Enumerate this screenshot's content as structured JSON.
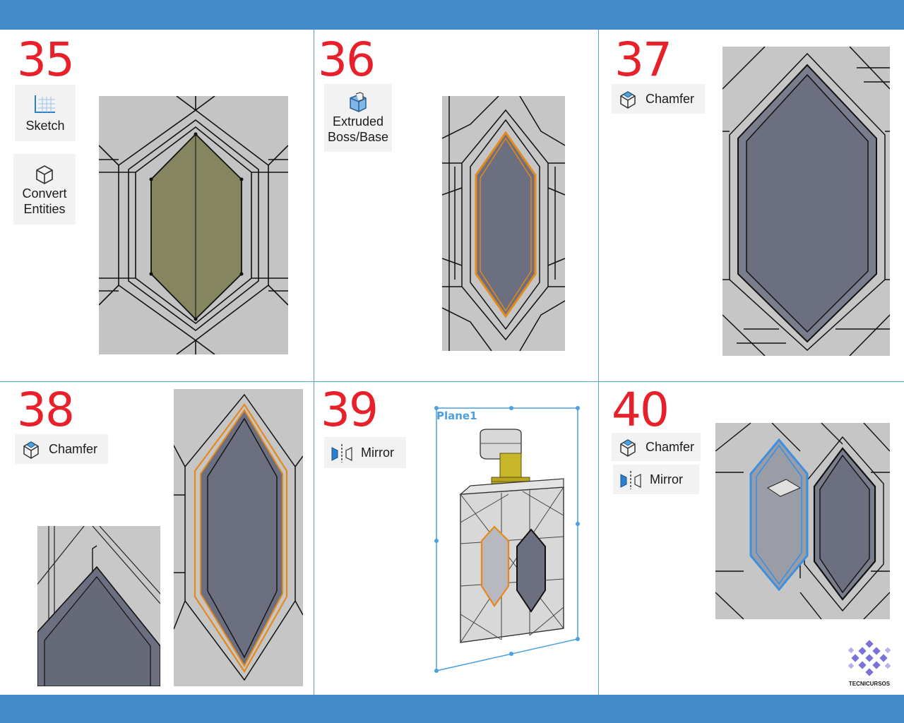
{
  "steps": {
    "s35": {
      "number": "35",
      "tools": {
        "sketch": "Sketch",
        "convert": "Convert\nEntities"
      }
    },
    "s36": {
      "number": "36",
      "tools": {
        "extrude": "Extruded\nBoss/Base"
      }
    },
    "s37": {
      "number": "37",
      "tools": {
        "chamfer": "Chamfer"
      }
    },
    "s38": {
      "number": "38",
      "tools": {
        "chamfer": "Chamfer"
      }
    },
    "s39": {
      "number": "39",
      "tools": {
        "mirror": "Mirror"
      },
      "plane_label": "Plane1"
    },
    "s40": {
      "number": "40",
      "tools": {
        "chamfer": "Chamfer",
        "mirror": "Mirror"
      }
    }
  },
  "logo": {
    "text": "TECNICURSOS"
  },
  "colors": {
    "header_band": "#428bcb",
    "step_number": "#e8202a",
    "selection_orange": "#e48a1c",
    "selection_blue": "#3d8fe0",
    "gem_face": "#6c6f80",
    "sketch_face": "#858560"
  },
  "icons": [
    "sketch-icon",
    "convert-entities-icon",
    "extruded-boss-icon",
    "chamfer-icon",
    "mirror-icon"
  ]
}
